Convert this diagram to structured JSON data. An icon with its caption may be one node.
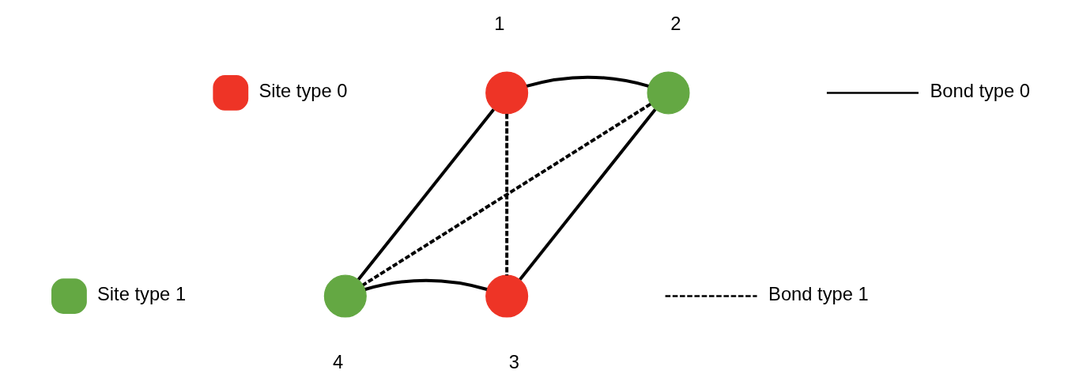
{
  "diagram": {
    "nodes": [
      {
        "text": [],
        "shape": "circle",
        "beside": [
          "1"
        ]
      },
      {
        "text": [],
        "shape": "circle",
        "beside": [
          "2"
        ]
      },
      {
        "text": [],
        "shape": "circle",
        "beside": [
          "3"
        ]
      },
      {
        "text": [],
        "shape": "circle",
        "beside": [
          "4"
        ]
      }
    ],
    "edges": [
      {
        "from": 0,
        "to": 1,
        "arrow": "none"
      },
      {
        "from": 1,
        "to": 2,
        "arrow": "none"
      },
      {
        "from": 2,
        "to": 3,
        "arrow": "none"
      },
      {
        "from": 3,
        "to": 0,
        "arrow": "none"
      },
      {
        "from": 0,
        "to": 2,
        "arrow": "none",
        "style": "dashed"
      },
      {
        "from": 1,
        "to": 3,
        "arrow": "none",
        "style": "dashed"
      }
    ],
    "legend": [
      {
        "text": "Site type 0",
        "color": "#ee3426"
      },
      {
        "text": "Site type 1",
        "color": "#64a843"
      },
      {
        "text": "Bond type 0"
      },
      {
        "text": "Bond type 1"
      }
    ]
  }
}
